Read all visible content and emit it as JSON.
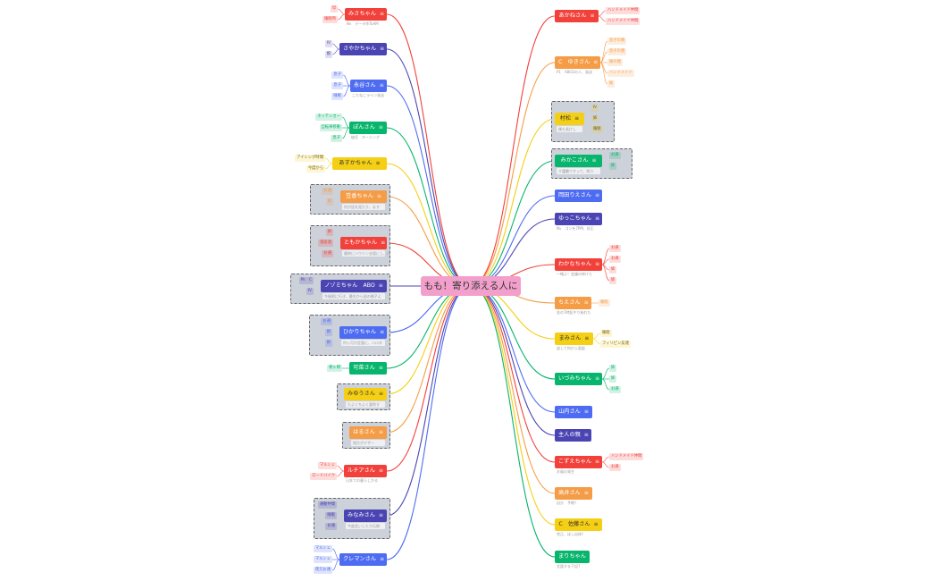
{
  "center": {
    "label": "もも！寄り添える人に"
  },
  "colors": {
    "red": "#f2413b",
    "indigo": "#4b45b3",
    "blue": "#4e6cf2",
    "green": "#08b56c",
    "yellow": "#f5cf13",
    "orange": "#f59c47",
    "pink": "#f2a0cb"
  },
  "left": [
    {
      "label": "みさちゃん",
      "color": "#f2413b",
      "sub": "Nv　データ作ToAM",
      "tags": [
        "母",
        "睡眠時"
      ]
    },
    {
      "label": "さやかちゃん",
      "color": "#4b45b3",
      "tags": [
        "Ⅳ",
        "娘"
      ]
    },
    {
      "label": "永谷さん",
      "color": "#4e6cf2",
      "sub": "こだねこライン発送",
      "tags": [
        "息子",
        "息子",
        "睡眠"
      ]
    },
    {
      "label": "ぽんさん",
      "color": "#08b56c",
      "sub": "彼氏　オーニング",
      "tags": [
        "ネッテンカー",
        "自転車移動",
        "息子"
      ]
    },
    {
      "label": "あすかちゃん",
      "color": "#f5cf13",
      "tags": [
        "アイシング時間",
        "今度から"
      ]
    },
    {
      "label": "笠香ちゃん",
      "color": "#f59c47",
      "sub": "何か話を見たり、ます",
      "group": true,
      "tags": [
        "お通",
        "姉"
      ]
    },
    {
      "label": "ともかちゃん",
      "color": "#f2413b",
      "sub": "最終にハウリン支援にし、ロ",
      "group": true,
      "tags": [
        "姉",
        "夜居酒",
        "お通"
      ]
    },
    {
      "label": "ノゾミちゃん　ABO",
      "color": "#4b45b3",
      "sub": "今後割に行き、最先から逃の様子よ",
      "group": true,
      "tags": [
        "Pk　C",
        "Ⅳ"
      ]
    },
    {
      "label": "ひかりちゃん",
      "color": "#4e6cf2",
      "sub": "何ヶ月か定量に、ハロタ",
      "group": true,
      "tags": [
        "お通",
        "姉",
        "姉"
      ]
    },
    {
      "label": "可菜さん",
      "color": "#08b56c",
      "tags": [
        "朝ヶ朝"
      ]
    },
    {
      "label": "みゆうさん",
      "color": "#f5cf13",
      "sub": "たよくちよく要約す",
      "group": true
    },
    {
      "label": "はるさん",
      "color": "#f59c47",
      "sub": "相方がデザー",
      "group": true
    },
    {
      "label": "ルチアさん",
      "color": "#f2413b",
      "sub": "日本での暮らしかる",
      "tags": [
        "マルシェ",
        "ロードバイク"
      ]
    },
    {
      "label": "みなみさん",
      "color": "#4b45b3",
      "sub": "今度会いしたり伝期",
      "group": true,
      "tags": [
        "運動仲間",
        "睡眠",
        "お通"
      ]
    },
    {
      "label": "クレマンさん",
      "color": "#4e6cf2",
      "tags": [
        "マルシェ",
        "マルシェ",
        "夜元お通"
      ]
    }
  ],
  "right": [
    {
      "label": "あかねさん",
      "color": "#f2413b",
      "tags": [
        "ハンドメイド仲間",
        "ハンドメイド仲間"
      ]
    },
    {
      "label": "C　ゆきさん",
      "color": "#f59c47",
      "sub": "P1　ABO2の人、発送",
      "tags": [
        "息子の親",
        "息子の親",
        "娘の親",
        "ハンドメイド",
        "姉"
      ]
    },
    {
      "label": "村松",
      "color": "#f5cf13",
      "sub": "僕も長けし",
      "group": true,
      "tags": [
        "Ⅳ",
        "姉",
        "睡眠"
      ]
    },
    {
      "label": "みかこさん",
      "color": "#08b56c",
      "sub": "介護職ですって、知り",
      "group": true,
      "tags": [
        "お通",
        "姉"
      ]
    },
    {
      "label": "岡田りえさん",
      "color": "#4e6cf2"
    },
    {
      "label": "ゆっこちゃん",
      "color": "#4b45b3",
      "sub": "Nv　ゴンを7PM、花正"
    },
    {
      "label": "わかなちゃん",
      "color": "#f2413b",
      "sub": "一緒よ！会議の終けた",
      "tags": [
        "お通",
        "お通",
        "姉",
        "姉"
      ]
    },
    {
      "label": "ちえさん",
      "color": "#f59c47",
      "sub": "金の7時起やり始れた",
      "tags": [
        "睡眠"
      ]
    },
    {
      "label": "まみさん",
      "color": "#f5cf13",
      "sub": "逃して何だら面談",
      "tags": [
        "睡眠",
        "フィリピン友達"
      ]
    },
    {
      "label": "いづみちゃん",
      "color": "#08b56c",
      "tags": [
        "姉",
        "姉",
        "お通"
      ]
    },
    {
      "label": "山内さん",
      "color": "#4e6cf2"
    },
    {
      "label": "主人の親",
      "color": "#4b45b3"
    },
    {
      "label": "こずえちゃん",
      "color": "#f2413b",
      "sub": "お風の発生",
      "tags": [
        "ハンドメイド仲間",
        "お通"
      ]
    },
    {
      "label": "高井さん",
      "color": "#f59c47",
      "sub": "自分　予期？"
    },
    {
      "label": "C　佐藤さん",
      "color": "#f5cf13",
      "sub": "完正、ほし自体？"
    },
    {
      "label": "まりちゃん",
      "color": "#08b56c",
      "sub": "言語する下記7"
    }
  ]
}
